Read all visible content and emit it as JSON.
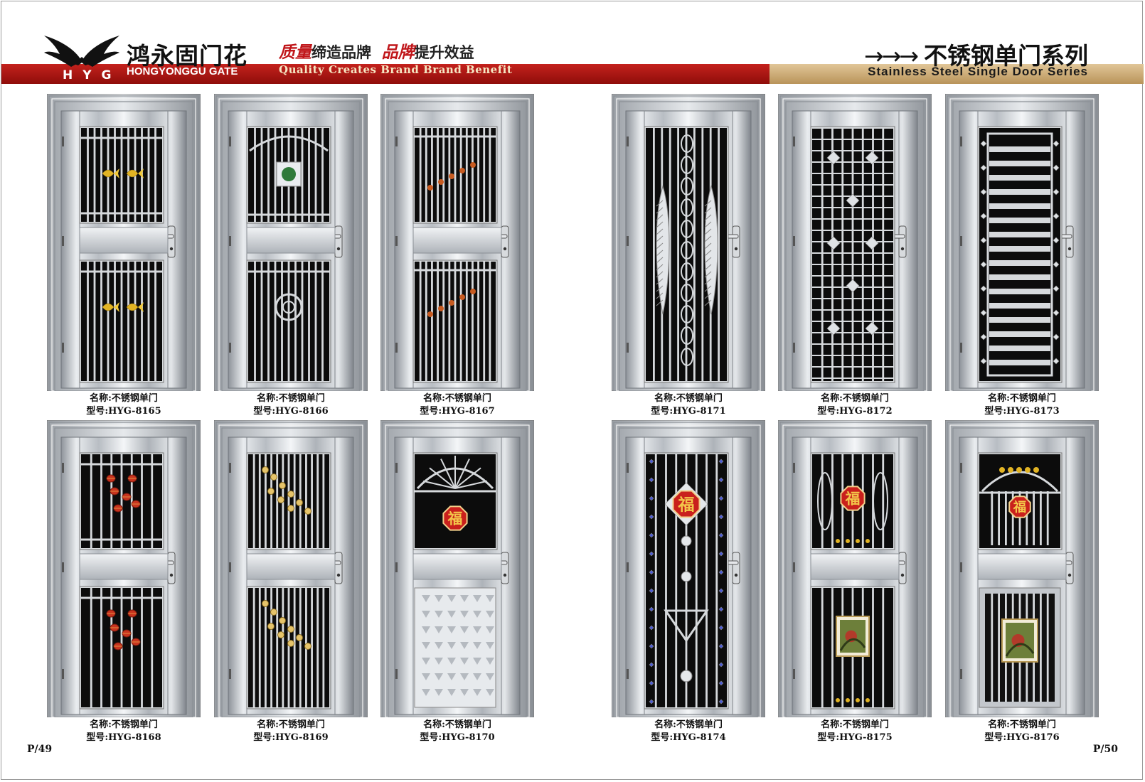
{
  "brand": {
    "logo_letters": "HYG",
    "name_cn": "鸿永固门花",
    "name_en": "HONGYONGGU GATE",
    "slogan_cn_part1_hl": "质量",
    "slogan_cn_part1": "缔造品牌",
    "slogan_cn_part2_hl": "品牌",
    "slogan_cn_part2": "提升效益",
    "slogan_en": "Quality Creates Brand Brand Benefit"
  },
  "series": {
    "arrows": "→→→",
    "title_cn": "不锈钢单门系列",
    "title_en": "Stainless Steel Single Door Series"
  },
  "colors": {
    "band_red": "#b0191a",
    "band_gold": "#c9a96e",
    "steel": "#c8ccd0",
    "panel": "#101010"
  },
  "doors": [
    {
      "name": "名称:不锈钢单门",
      "model": "型号:HYG-8165",
      "style": "goldfish"
    },
    {
      "name": "名称:不锈钢单门",
      "model": "型号:HYG-8166",
      "style": "arch-medallion"
    },
    {
      "name": "名称:不锈钢单门",
      "model": "型号:HYG-8167",
      "style": "diagonal-beads"
    },
    {
      "name": "名称:不锈钢单门",
      "model": "型号:HYG-8171",
      "style": "feather"
    },
    {
      "name": "名称:不锈钢单门",
      "model": "型号:HYG-8172",
      "style": "diamond-grid"
    },
    {
      "name": "名称:不锈钢单门",
      "model": "型号:HYG-8173",
      "style": "ladder"
    },
    {
      "name": "名称:不锈钢单门",
      "model": "型号:HYG-8168",
      "style": "lanterns"
    },
    {
      "name": "名称:不锈钢单门",
      "model": "型号:HYG-8169",
      "style": "gold-beads"
    },
    {
      "name": "名称:不锈钢单门",
      "model": "型号:HYG-8170",
      "style": "fu-arch-studs"
    },
    {
      "name": "名称:不锈钢单门",
      "model": "型号:HYG-8174",
      "style": "fu-full"
    },
    {
      "name": "名称:不锈钢单门",
      "model": "型号:HYG-8175",
      "style": "fu-painting"
    },
    {
      "name": "名称:不锈钢单门",
      "model": "型号:HYG-8176",
      "style": "fu-painting-arch"
    }
  ],
  "door_symbol": "福",
  "pages": {
    "left": "P/49",
    "right": "P/50"
  }
}
